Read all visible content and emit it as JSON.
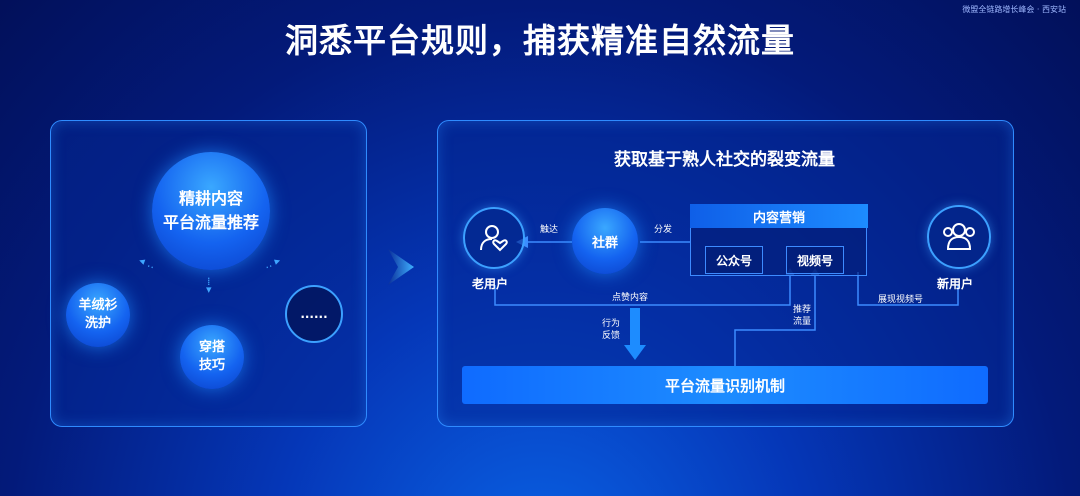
{
  "header": {
    "title": "洞悉平台规则，捕获精准自然流量",
    "event_tag": "微盟全链路增长峰会 · 西安站"
  },
  "left_panel": {
    "center_circle": {
      "line1": "精耕内容",
      "line2": "平台流量推荐"
    },
    "topics": [
      {
        "line1": "羊绒衫",
        "line2": "洗护"
      },
      {
        "line1": "穿搭",
        "line2": "技巧"
      },
      {
        "line1": "......",
        "line2": ""
      }
    ]
  },
  "right_panel": {
    "heading": "获取基于熟人社交的裂变流量",
    "old_user": "老用户",
    "new_user": "新用户",
    "community": "社群",
    "content_marketing": "内容营销",
    "official_account": "公众号",
    "channels": "视频号",
    "reach": "触达",
    "distribute": "分发",
    "like_content": "点赞内容",
    "show_channels": "展现视频号",
    "behavior_feedback": [
      "行为",
      "反馈"
    ],
    "recommend_traffic": [
      "推荐",
      "流量"
    ],
    "platform_bar": "平台流量识别机制"
  },
  "colors": {
    "accent": "#1d8cff",
    "border": "#2f8bff",
    "background": "#031a7a"
  },
  "icons": [
    "user-heart-icon",
    "users-icon",
    "chevron-arrow-icon"
  ]
}
